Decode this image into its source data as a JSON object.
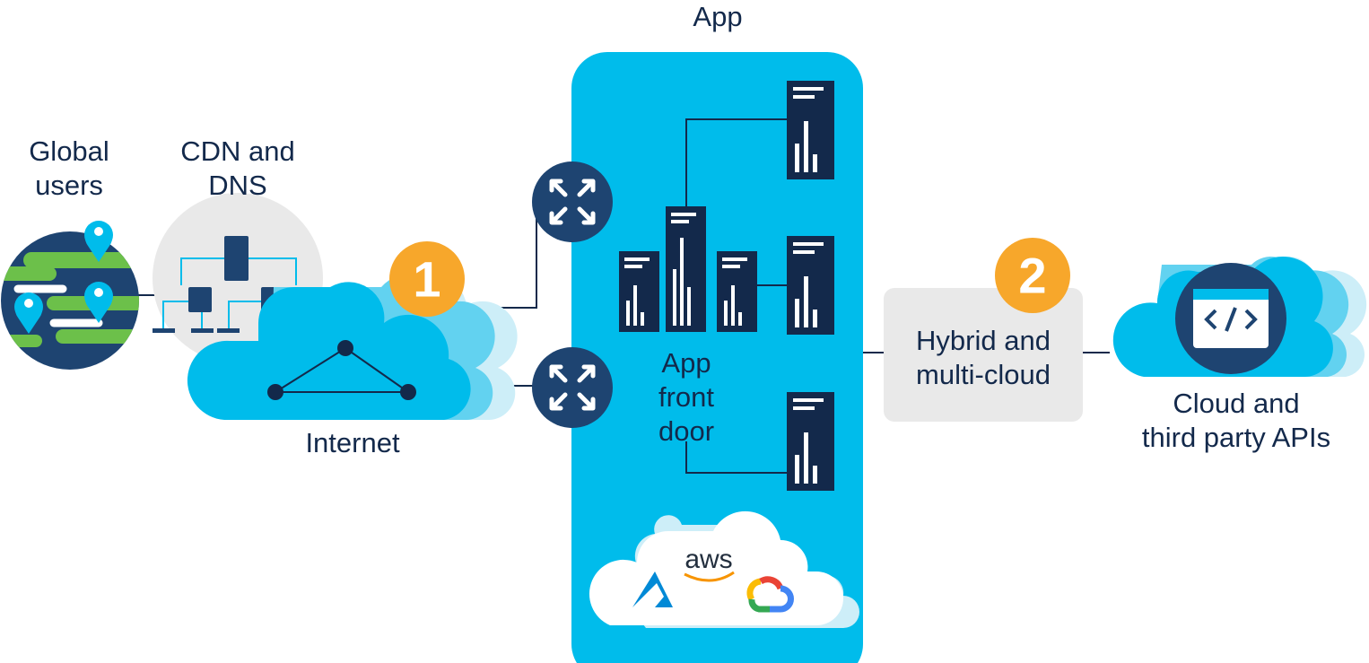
{
  "labels": {
    "app": "App",
    "global_users": [
      "Global",
      "users"
    ],
    "cdn_dns": [
      "CDN and",
      "DNS"
    ],
    "internet": "Internet",
    "app_front_door": [
      "App",
      "front",
      "door"
    ],
    "hybrid": [
      "Hybrid and",
      "multi-cloud"
    ],
    "cloud_apis": [
      "Cloud and",
      "third party APIs"
    ],
    "aws": "aws"
  },
  "badges": [
    "1",
    "2"
  ],
  "colors": {
    "navy": "#13294b",
    "navy_mid": "#1e4471",
    "cyan": "#00bceb",
    "orange": "#f7a72b",
    "gray": "#e9e9e9",
    "green": "#6cc04a"
  }
}
